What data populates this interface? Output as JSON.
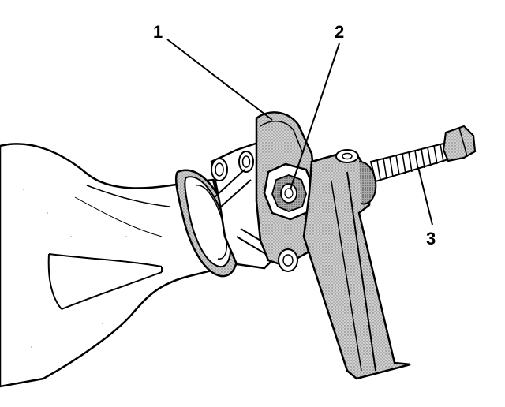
{
  "diagram": {
    "callouts": [
      {
        "id": "1",
        "label": "1"
      },
      {
        "id": "2",
        "label": "2"
      },
      {
        "id": "3",
        "label": "3"
      }
    ],
    "colors": {
      "ink": "#000000",
      "shade": "#b4b4b4",
      "light_shade": "#d2d2d2",
      "paper": "#ffffff"
    }
  }
}
